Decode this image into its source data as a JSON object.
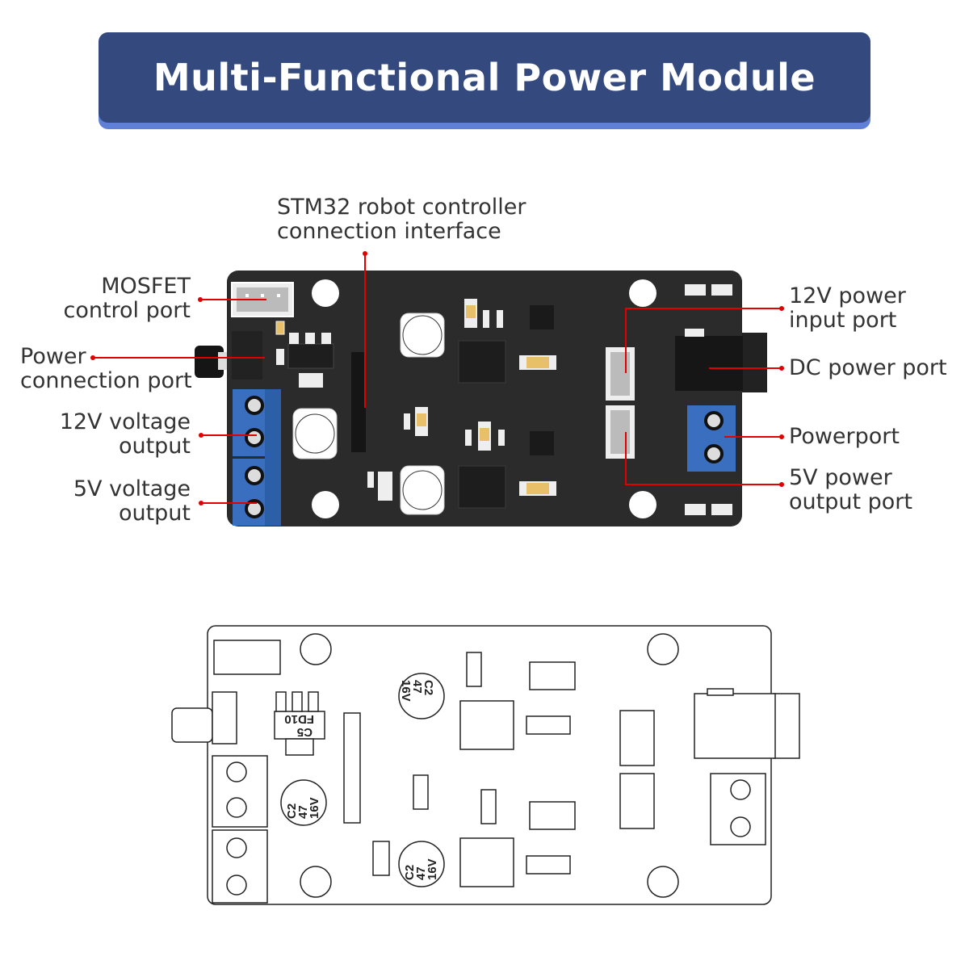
{
  "title": "Multi-Functional Power Module",
  "colors": {
    "banner": "#344a7e",
    "banner_edge": "#5f80d6",
    "board": "#2b2b2b",
    "terminal": "#3a6fc0",
    "leader": "#e00000"
  },
  "labels": {
    "stm32": [
      "STM32 robot controller",
      "connection interface"
    ],
    "mosfet": [
      "MOSFET",
      "control port"
    ],
    "power_conn": [
      "Power",
      "connection port"
    ],
    "out12v": [
      "12V voltage",
      "output"
    ],
    "out5v": [
      "5V voltage",
      "output"
    ],
    "in12v": [
      "12V power",
      "input port"
    ],
    "dc": [
      "DC power port"
    ],
    "powerport": [
      "Powerport"
    ],
    "out5v_port": [
      "5V power",
      "output port"
    ]
  },
  "silkscreen": {
    "cap": [
      "C2",
      "47",
      "16V"
    ],
    "reg": [
      "C5",
      "FD10"
    ]
  }
}
